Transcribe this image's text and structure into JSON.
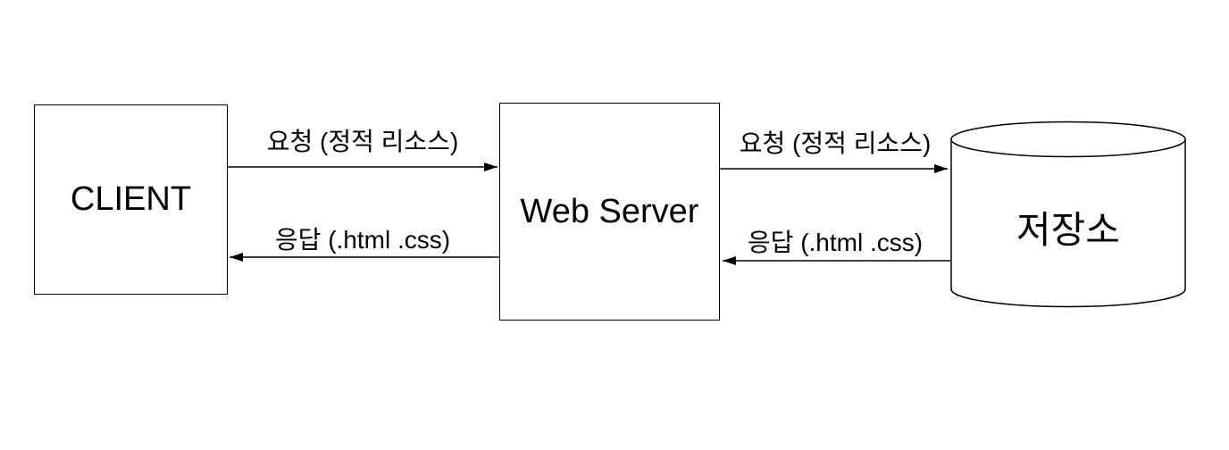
{
  "diagram": {
    "type": "architecture-flow",
    "colors": {
      "stroke": "#000000",
      "background": "#ffffff",
      "text": "#000000"
    },
    "nodes": {
      "client": {
        "label": "CLIENT",
        "shape": "rectangle"
      },
      "web_server": {
        "label": "Web Server",
        "shape": "rectangle"
      },
      "storage": {
        "label": "저장소",
        "shape": "cylinder"
      }
    },
    "edges": [
      {
        "from": "client",
        "to": "web_server",
        "direction": "right",
        "label": "요청 (정적 리소스)"
      },
      {
        "from": "web_server",
        "to": "client",
        "direction": "left",
        "label": "응답 (.html .css)"
      },
      {
        "from": "web_server",
        "to": "storage",
        "direction": "right",
        "label": "요청 (정적 리소스)"
      },
      {
        "from": "storage",
        "to": "web_server",
        "direction": "left",
        "label": "응답 (.html .css)"
      }
    ]
  }
}
